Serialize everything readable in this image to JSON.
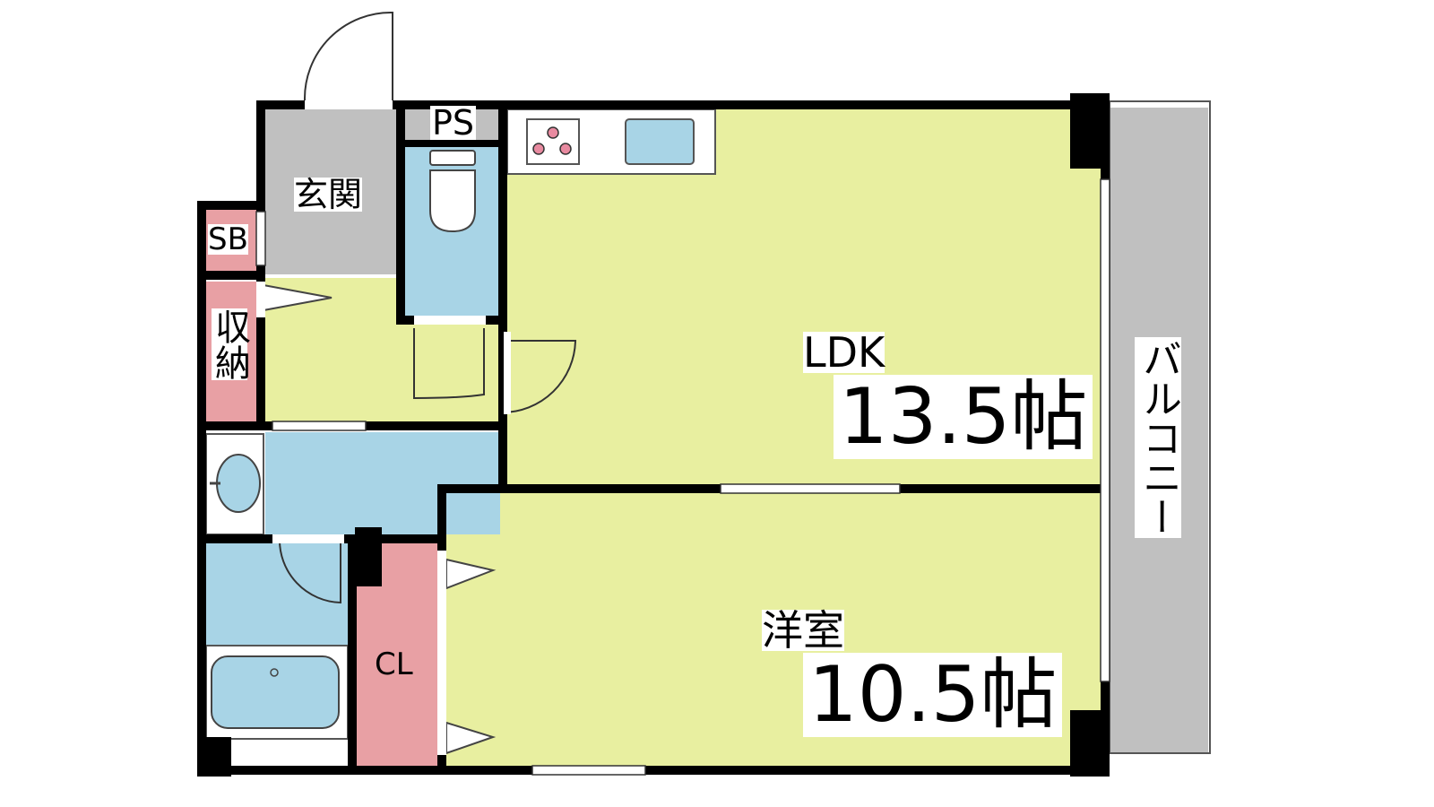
{
  "rooms": {
    "genkan": "玄関",
    "ps": "PS",
    "sb": "SB",
    "storage": "収納",
    "ldk_name": "LDK",
    "ldk_size": "13.5帖",
    "western_name": "洋室",
    "western_size": "10.5帖",
    "closet": "CL",
    "balcony": "バルコニー"
  },
  "colors": {
    "floor_yellow": "#e8efa0",
    "wet_blue": "#a8d4e6",
    "storage_pink": "#e8a0a4",
    "entry_gray": "#c0c0c0",
    "balcony_gray": "#c0c0c0",
    "wall": "#000000"
  }
}
